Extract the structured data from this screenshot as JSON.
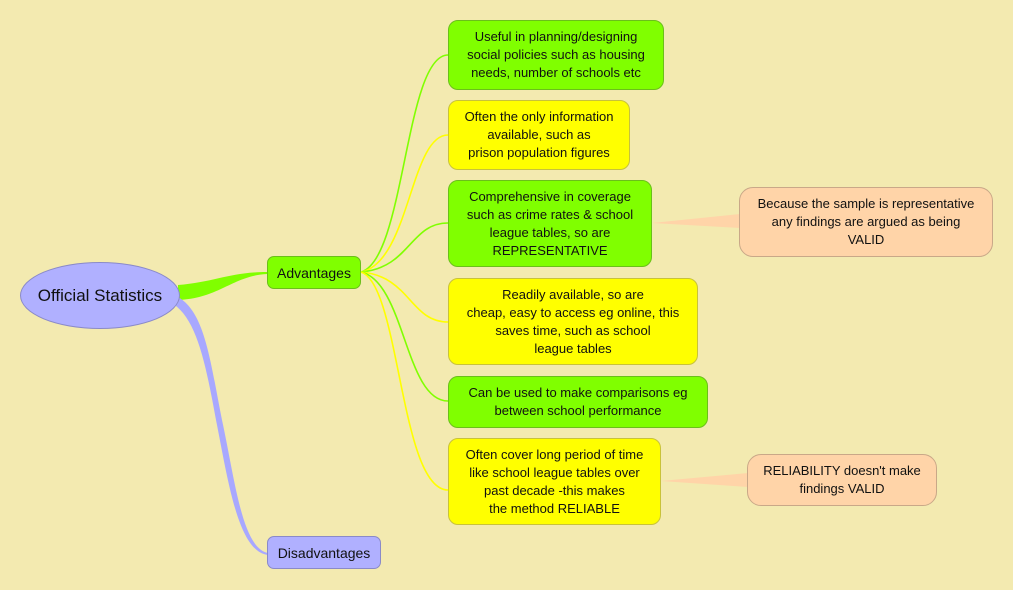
{
  "map": {
    "root": {
      "label": "Official Statistics",
      "color": "#b0b0ff"
    },
    "branches": [
      {
        "label": "Advantages",
        "color": "#80ff00",
        "children": [
          {
            "text": "Useful in planning/designing\nsocial policies such as housing\nneeds, number of schools etc",
            "color": "#80ff00"
          },
          {
            "text": "Often the only information\navailable, such as\nprison population figures",
            "color": "#ffff00"
          },
          {
            "text": "Comprehensive in coverage\nsuch as crime rates & school\nleague tables, so are\nREPRESENTATIVE",
            "color": "#80ff00",
            "callout": "Because the sample is representative\nany findings are argued as being\nVALID"
          },
          {
            "text": "Readily available, so are\ncheap, easy to access eg online, this\nsaves time, such as school\nleague tables",
            "color": "#ffff00"
          },
          {
            "text": "Can be used to make comparisons eg\nbetween school performance",
            "color": "#80ff00"
          },
          {
            "text": "Often cover long period of time\nlike school league tables over\npast decade -this makes\nthe method RELIABLE",
            "color": "#ffff00",
            "callout": "RELIABILITY doesn't make\nfindings VALID"
          }
        ]
      },
      {
        "label": "Disadvantages",
        "color": "#b0b0ff",
        "children": []
      }
    ],
    "callout_color": "#ffd4a8",
    "background": "#f3eab0"
  }
}
